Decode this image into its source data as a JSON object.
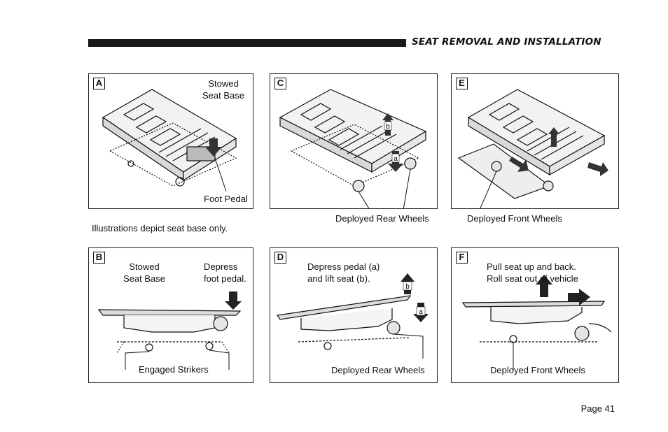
{
  "header": {
    "title": "SEAT REMOVAL AND INSTALLATION"
  },
  "panels": {
    "a": {
      "letter": "A",
      "label_stowed": "Stowed\nSeat Base",
      "label_pedal": "Foot Pedal"
    },
    "c": {
      "letter": "C",
      "marker_b": "b",
      "marker_a": "a"
    },
    "e": {
      "letter": "E"
    },
    "b": {
      "letter": "B",
      "label_stowed": "Stowed\nSeat Base",
      "label_depress": "Depress\nfoot pedal.",
      "label_strikers": "Engaged Strikers"
    },
    "d": {
      "letter": "D",
      "label_instructions": "Depress pedal (a)\nand lift seat (b).",
      "marker_b": "b",
      "marker_a": "a",
      "label_wheels": "Deployed Rear Wheels"
    },
    "f": {
      "letter": "F",
      "label_instructions": "Pull seat up and back.\nRoll seat out of vehicle",
      "label_wheels": "Deployed Front Wheels"
    }
  },
  "captions": {
    "illustrations_note": "Illustrations depict seat base only.",
    "c_wheels": "Deployed Rear Wheels",
    "e_wheels": "Deployed Front Wheels"
  },
  "footer": {
    "page": "Page 41"
  },
  "colors": {
    "ink": "#111111",
    "shade": "#cfcfcf",
    "header_bar": "#1a1a1a"
  }
}
